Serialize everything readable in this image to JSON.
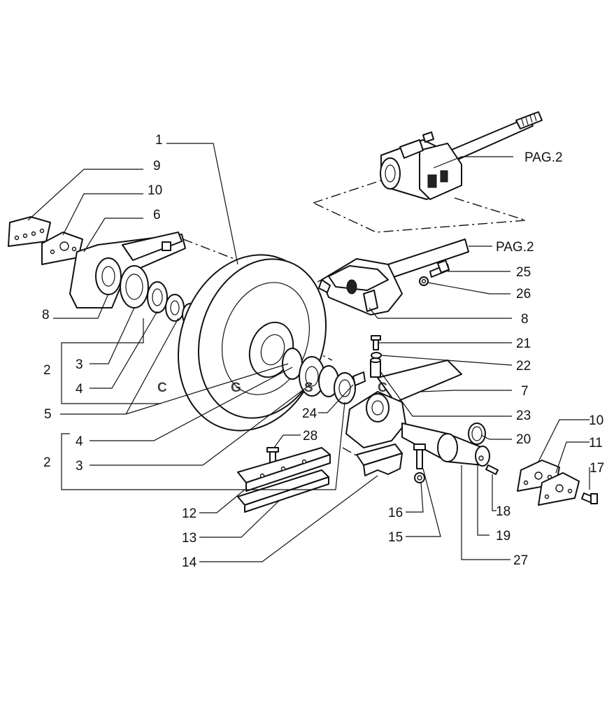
{
  "diagram": {
    "reference_label_top": "PAG.2",
    "reference_label_mid": "PAG.2",
    "watermark_text": "CGSC",
    "watermark_colors": [
      "#5b9bf0",
      "#ea5a52",
      "#f5cf4a",
      "#4bb37a"
    ],
    "callouts": [
      {
        "id": "c1",
        "text": "1"
      },
      {
        "id": "c9",
        "text": "9"
      },
      {
        "id": "c10a",
        "text": "10"
      },
      {
        "id": "c6",
        "text": "6"
      },
      {
        "id": "c8a",
        "text": "8"
      },
      {
        "id": "c2a",
        "text": "2"
      },
      {
        "id": "c3a",
        "text": "3"
      },
      {
        "id": "c4a",
        "text": "4"
      },
      {
        "id": "c5",
        "text": "5"
      },
      {
        "id": "c4b",
        "text": "4"
      },
      {
        "id": "c2b",
        "text": "2"
      },
      {
        "id": "c3b",
        "text": "3"
      },
      {
        "id": "c25",
        "text": "25"
      },
      {
        "id": "c26",
        "text": "26"
      },
      {
        "id": "c8b",
        "text": "8"
      },
      {
        "id": "c21",
        "text": "21"
      },
      {
        "id": "c22",
        "text": "22"
      },
      {
        "id": "c7",
        "text": "7"
      },
      {
        "id": "c23",
        "text": "23"
      },
      {
        "id": "c20",
        "text": "20"
      },
      {
        "id": "c24",
        "text": "24"
      },
      {
        "id": "c28",
        "text": "28"
      },
      {
        "id": "c10b",
        "text": "10"
      },
      {
        "id": "c11",
        "text": "11"
      },
      {
        "id": "c17",
        "text": "17"
      },
      {
        "id": "c18",
        "text": "18"
      },
      {
        "id": "c19",
        "text": "19"
      },
      {
        "id": "c27",
        "text": "27"
      },
      {
        "id": "c16",
        "text": "16"
      },
      {
        "id": "c15",
        "text": "15"
      },
      {
        "id": "c12",
        "text": "12"
      },
      {
        "id": "c13",
        "text": "13"
      },
      {
        "id": "c14",
        "text": "14"
      }
    ]
  }
}
